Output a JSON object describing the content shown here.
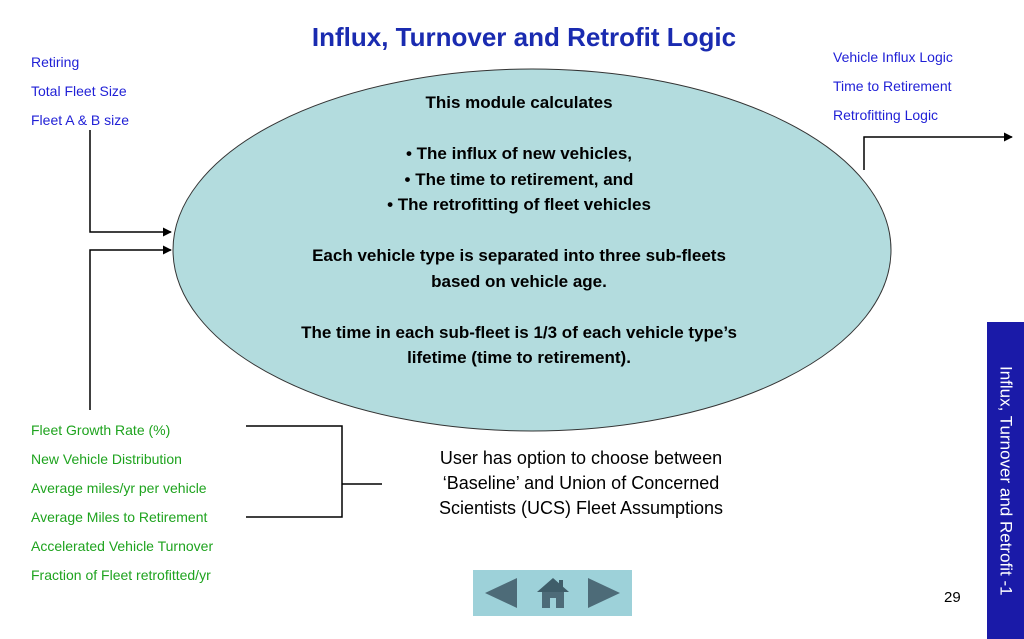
{
  "title": "Influx, Turnover and Retrofit Logic",
  "left_inputs": [
    "Retiring",
    "Total Fleet Size",
    "Fleet A & B size"
  ],
  "right_outputs": [
    "Vehicle Influx Logic",
    "Time to Retirement",
    "Retrofitting Logic"
  ],
  "ellipse": {
    "heading": "This module calculates",
    "bullets": [
      "• The influx of new vehicles,",
      "• The time to retirement, and",
      "• The retrofitting of fleet vehicles"
    ],
    "para1_line1": "Each vehicle type is separated into three sub-fleets",
    "para1_line2": "based on vehicle age.",
    "para2_line1": "The time in each sub-fleet is 1/3 of each vehicle type’s",
    "para2_line2": "lifetime (time to retirement)."
  },
  "user_inputs": [
    "Fleet Growth Rate (%)",
    "New Vehicle Distribution",
    "Average miles/yr per vehicle",
    "Average Miles to Retirement",
    "Accelerated Vehicle Turnover",
    "Fraction of Fleet retrofitted/yr"
  ],
  "option_note": {
    "line1": "User has option to choose between",
    "line2": "‘Baseline’ and Union of Concerned",
    "line3": "Scientists (UCS) Fleet Assumptions"
  },
  "side_tab": "Influx, Turnover and Retrofit -1",
  "page_number": "29",
  "colors": {
    "title": "#1a2bb0",
    "input_link": "#1f1fd6",
    "user_input": "#1ea31e",
    "ellipse_fill": "#b3dcde",
    "side_tab_bg": "#1a1aa8",
    "nav_bar_bg": "#9dd1d9"
  },
  "icons": {
    "nav_back": "triangle-left-icon",
    "nav_home": "house-icon",
    "nav_next": "triangle-right-icon"
  }
}
